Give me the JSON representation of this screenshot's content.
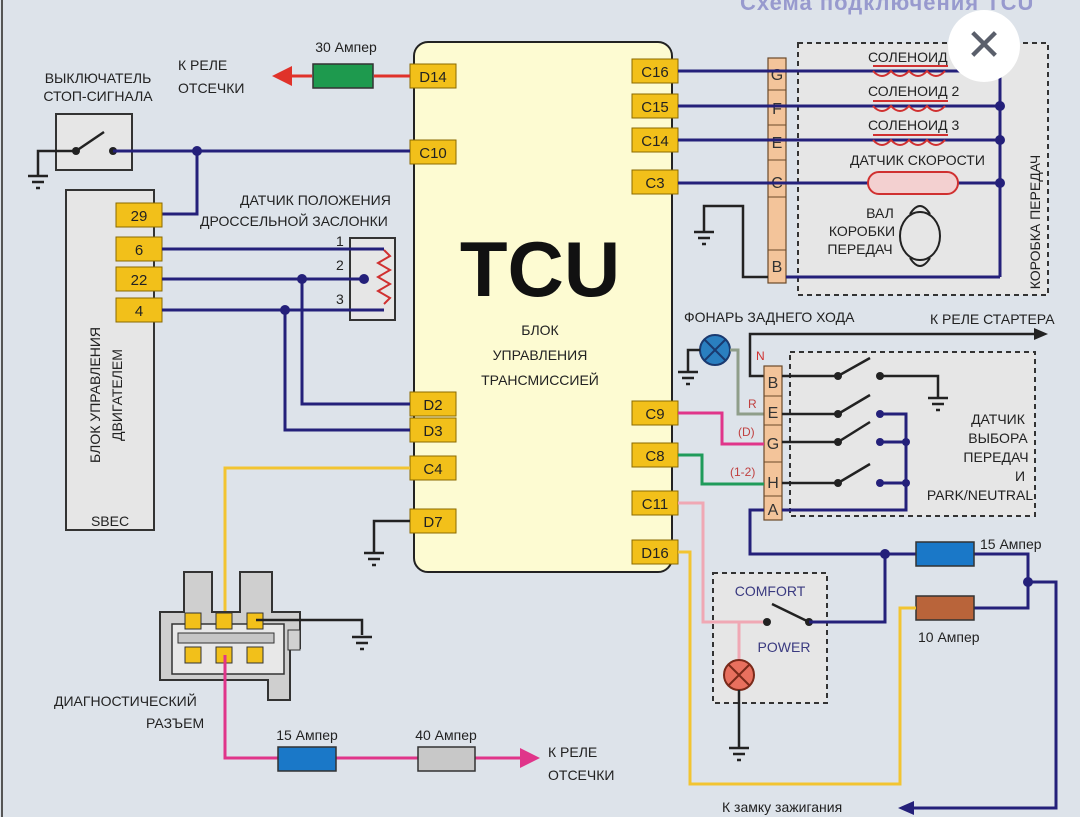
{
  "header_partial_text": "Схема подключения TCU",
  "close_button": {
    "icon": "close-icon",
    "glyph": "✕"
  },
  "tcu": {
    "title": "TCU",
    "subtitle_lines": [
      "БЛОК",
      "УПРАВЛЕНИЯ",
      "ТРАНСМИССИЕЙ"
    ],
    "left_pins": [
      "D14",
      "C10",
      "D2",
      "D3",
      "C4",
      "D7"
    ],
    "right_pins": [
      "C16",
      "C15",
      "C14",
      "C3",
      "C9",
      "C8",
      "C11",
      "D16"
    ]
  },
  "fuses": {
    "top": "30 Ампер",
    "right_upper": "15 Ампер",
    "right_lower": "10 Ампер",
    "bottom_a": "15 Ампер",
    "bottom_b": "40 Ампер"
  },
  "fuse_colors": {
    "top": "#1e9a4e",
    "right_upper": "#1a78c8",
    "right_lower": "#b9643a",
    "bottom_a": "#1a78c8",
    "bottom_b": "#c8c8c8"
  },
  "labels": {
    "relay_cutoff_top": [
      "К РЕЛЕ",
      "ОТСЕЧКИ"
    ],
    "relay_cutoff_bottom": [
      "К РЕЛЕ",
      "ОТСЕЧКИ"
    ],
    "brake_switch": [
      "ВЫКЛЮЧАТЕЛЬ",
      "СТОП-СИГНАЛА"
    ],
    "throttle_sensor": [
      "ДАТЧИК ПОЛОЖЕНИЯ",
      "ДРОССЕЛЬНОЙ ЗАСЛОНКИ"
    ],
    "throttle_pins": [
      "1",
      "2",
      "3"
    ],
    "engine_unit": [
      "БЛОК УПРАВЛЕНИЯ",
      "ДВИГАТЕЛЕМ"
    ],
    "engine_unit_name": "SBEC",
    "engine_pins": [
      "29",
      "6",
      "22",
      "4"
    ],
    "diag_connector": [
      "ДИАГНОСТИЧЕСКИЙ",
      "РАЗЪЕМ"
    ],
    "solenoids": [
      "СОЛЕНОИД 1",
      "СОЛЕНОИД 2",
      "СОЛЕНОИД 3"
    ],
    "speed_sensor": "ДАТЧИК СКОРОСТИ",
    "shaft": [
      "ВАЛ",
      "КОРОБКИ",
      "ПЕРЕДАЧ"
    ],
    "gearbox": "КОРОБКА ПЕРЕДАЧ",
    "gearbox_connector": [
      "G",
      "F",
      "E",
      "C",
      "",
      "B"
    ],
    "reverse_lamp": "ФОНАРЬ ЗАДНЕГО ХОДА",
    "starter_relay": "К РЕЛЕ СТАРТЕРА",
    "selector_connector": [
      "B",
      "E",
      "G",
      "H",
      "A"
    ],
    "selector_marks": [
      "N",
      "R",
      "(D)",
      "(1-2)"
    ],
    "selector_sensor": [
      "ДАТЧИК",
      "ВЫБОРА",
      "ПЕРЕДАЧ",
      "И",
      "PARK/NEUTRAL"
    ],
    "comfort": "COMFORT",
    "power": "POWER",
    "ignition": "К замку зажигания"
  }
}
